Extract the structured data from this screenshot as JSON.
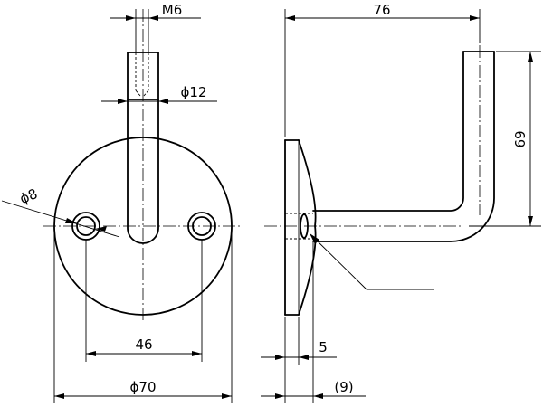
{
  "dimensions": {
    "thread": "M6",
    "rod_diameter": "ϕ12",
    "hole_diameter": "ϕ8",
    "hole_spacing": "46",
    "plate_diameter": "ϕ70",
    "width": "76",
    "height": "69",
    "plate_thickness": "5",
    "offset": "(9)"
  }
}
